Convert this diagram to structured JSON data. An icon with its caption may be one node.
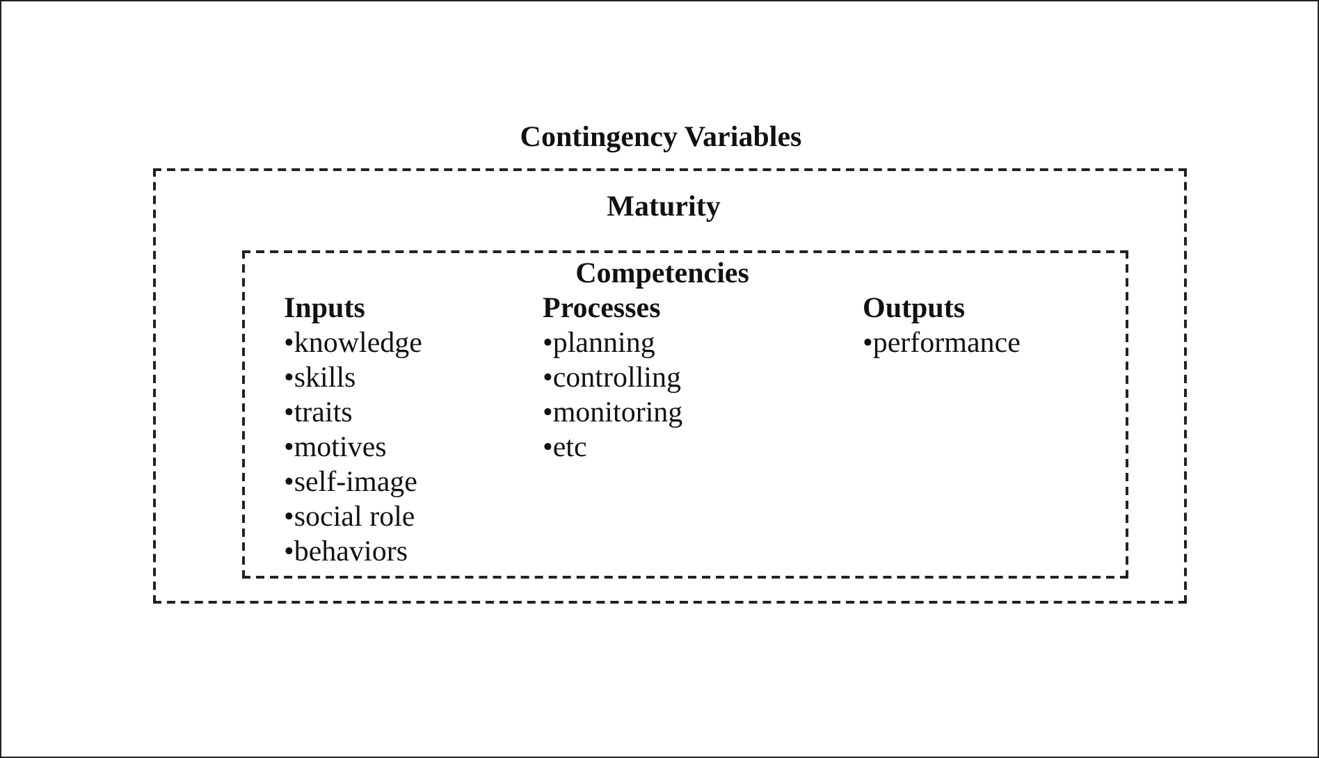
{
  "diagram": {
    "nodes": [
      {
        "text": [
          "Contingency Variables"
        ]
      },
      {
        "text": [
          "Maturity"
        ],
        "in": 0
      },
      {
        "text": [
          "Competencies",
          "Inputs",
          "•knowledge",
          "•skills",
          "•traits",
          "•motives",
          "•self-image",
          "•social role",
          "•behaviors",
          "Processes",
          "•planning",
          "•controlling",
          "•monitoring",
          "•etc",
          "Outputs",
          "•performance"
        ],
        "in": 1
      }
    ],
    "edges": []
  }
}
